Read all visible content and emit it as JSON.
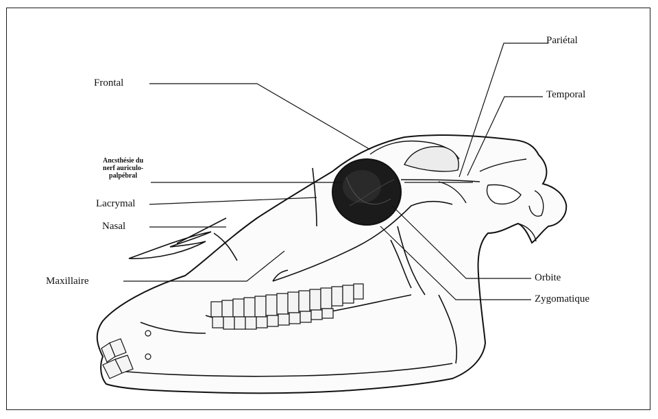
{
  "diagram": {
    "labels": {
      "parietal": "Pariétal",
      "temporal": "Temporal",
      "frontal": "Frontal",
      "anesthesie_line1": "Ancsthésie du",
      "anesthesie_line2": "nerf auriculo-",
      "anesthesie_line3": "palpébral",
      "lacrymal": "Lacrymal",
      "nasal": "Nasal",
      "maxillaire": "Maxillaire",
      "orbite": "Orbite",
      "zygomatique": "Zygomatique"
    }
  }
}
